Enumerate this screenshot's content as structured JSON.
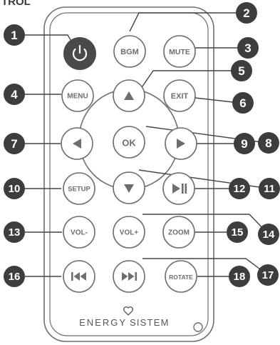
{
  "header": {
    "title": "TROL"
  },
  "remote": {
    "brand_left": "ENERGY",
    "brand_right": "SISTEM",
    "buttons": {
      "power": "",
      "bgm": "BGM",
      "mute": "MUTE",
      "menu": "MENU",
      "exit": "EXIT",
      "ok": "OK",
      "setup": "SETUP",
      "vol_minus": "VOL-",
      "vol_plus": "VOL+",
      "zoom": "ZOOM",
      "rotate": "ROTATE"
    }
  },
  "callouts": [
    "1",
    "2",
    "3",
    "4",
    "5",
    "6",
    "7",
    "8",
    "9",
    "10",
    "11",
    "12",
    "13",
    "14",
    "15",
    "16",
    "17",
    "18"
  ],
  "colors": {
    "badge": "#3d3d3d",
    "outline": "#6e6e6e",
    "power_button": "#4a4a4a"
  },
  "icons": {
    "power": "power-icon",
    "up": "arrow-up-icon",
    "down": "arrow-down-icon",
    "left": "arrow-left-icon",
    "right": "arrow-right-icon",
    "play_pause": "play-pause-icon",
    "previous": "skip-previous-icon",
    "next": "skip-next-icon",
    "heart_logo": "heart-logo-icon"
  }
}
